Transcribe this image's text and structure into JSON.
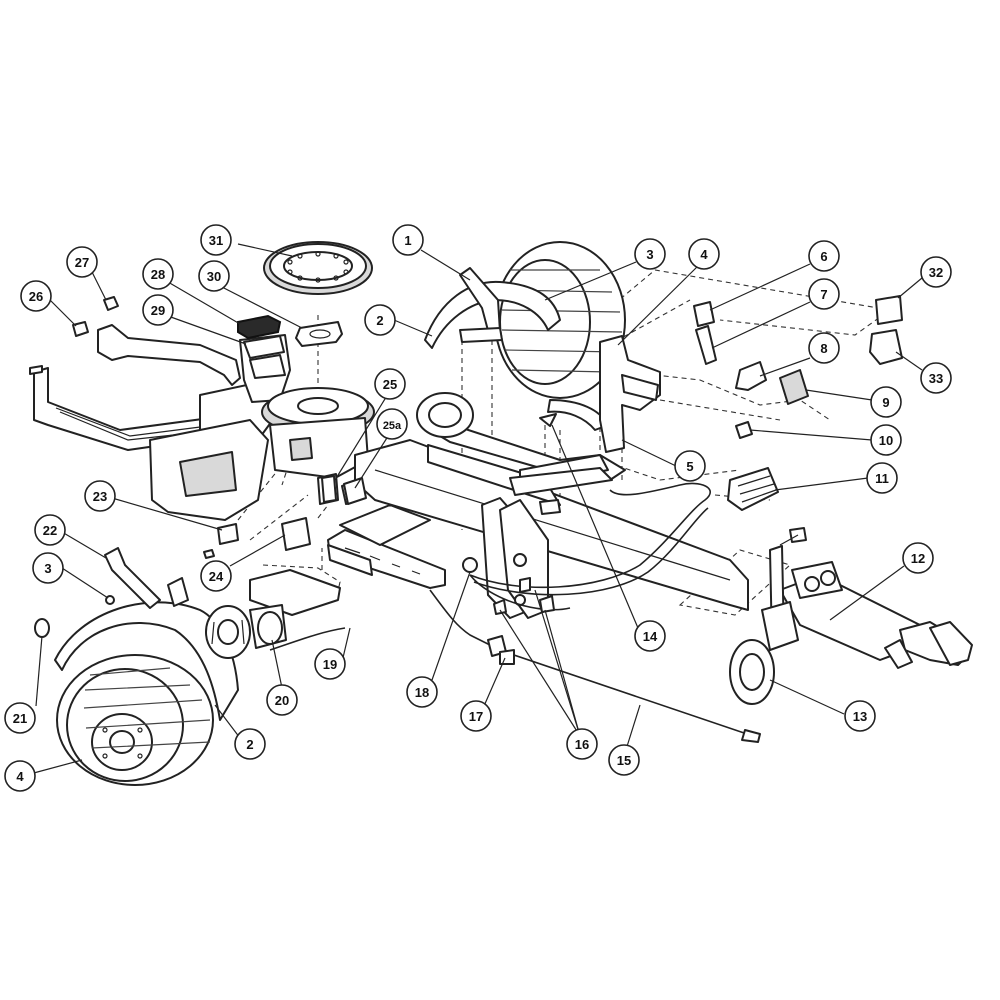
{
  "callouts": [
    {
      "id": "c1",
      "label": "1"
    },
    {
      "id": "c2a",
      "label": "2"
    },
    {
      "id": "c2b",
      "label": "2"
    },
    {
      "id": "c3a",
      "label": "3"
    },
    {
      "id": "c3b",
      "label": "3"
    },
    {
      "id": "c4a",
      "label": "4"
    },
    {
      "id": "c4b",
      "label": "4"
    },
    {
      "id": "c5",
      "label": "5"
    },
    {
      "id": "c6",
      "label": "6"
    },
    {
      "id": "c7",
      "label": "7"
    },
    {
      "id": "c8",
      "label": "8"
    },
    {
      "id": "c9",
      "label": "9"
    },
    {
      "id": "c10",
      "label": "10"
    },
    {
      "id": "c11",
      "label": "11"
    },
    {
      "id": "c12",
      "label": "12"
    },
    {
      "id": "c13",
      "label": "13"
    },
    {
      "id": "c14",
      "label": "14"
    },
    {
      "id": "c15",
      "label": "15"
    },
    {
      "id": "c16",
      "label": "16"
    },
    {
      "id": "c17",
      "label": "17"
    },
    {
      "id": "c18",
      "label": "18"
    },
    {
      "id": "c19",
      "label": "19"
    },
    {
      "id": "c20",
      "label": "20"
    },
    {
      "id": "c21",
      "label": "21"
    },
    {
      "id": "c22",
      "label": "22"
    },
    {
      "id": "c23",
      "label": "23"
    },
    {
      "id": "c24",
      "label": "24"
    },
    {
      "id": "c25",
      "label": "25"
    },
    {
      "id": "c25a",
      "label": "25a"
    },
    {
      "id": "c26",
      "label": "26"
    },
    {
      "id": "c27",
      "label": "27"
    },
    {
      "id": "c28",
      "label": "28"
    },
    {
      "id": "c29",
      "label": "29"
    },
    {
      "id": "c30",
      "label": "30"
    },
    {
      "id": "c31",
      "label": "31"
    },
    {
      "id": "c32",
      "label": "32"
    },
    {
      "id": "c33",
      "label": "33"
    }
  ]
}
